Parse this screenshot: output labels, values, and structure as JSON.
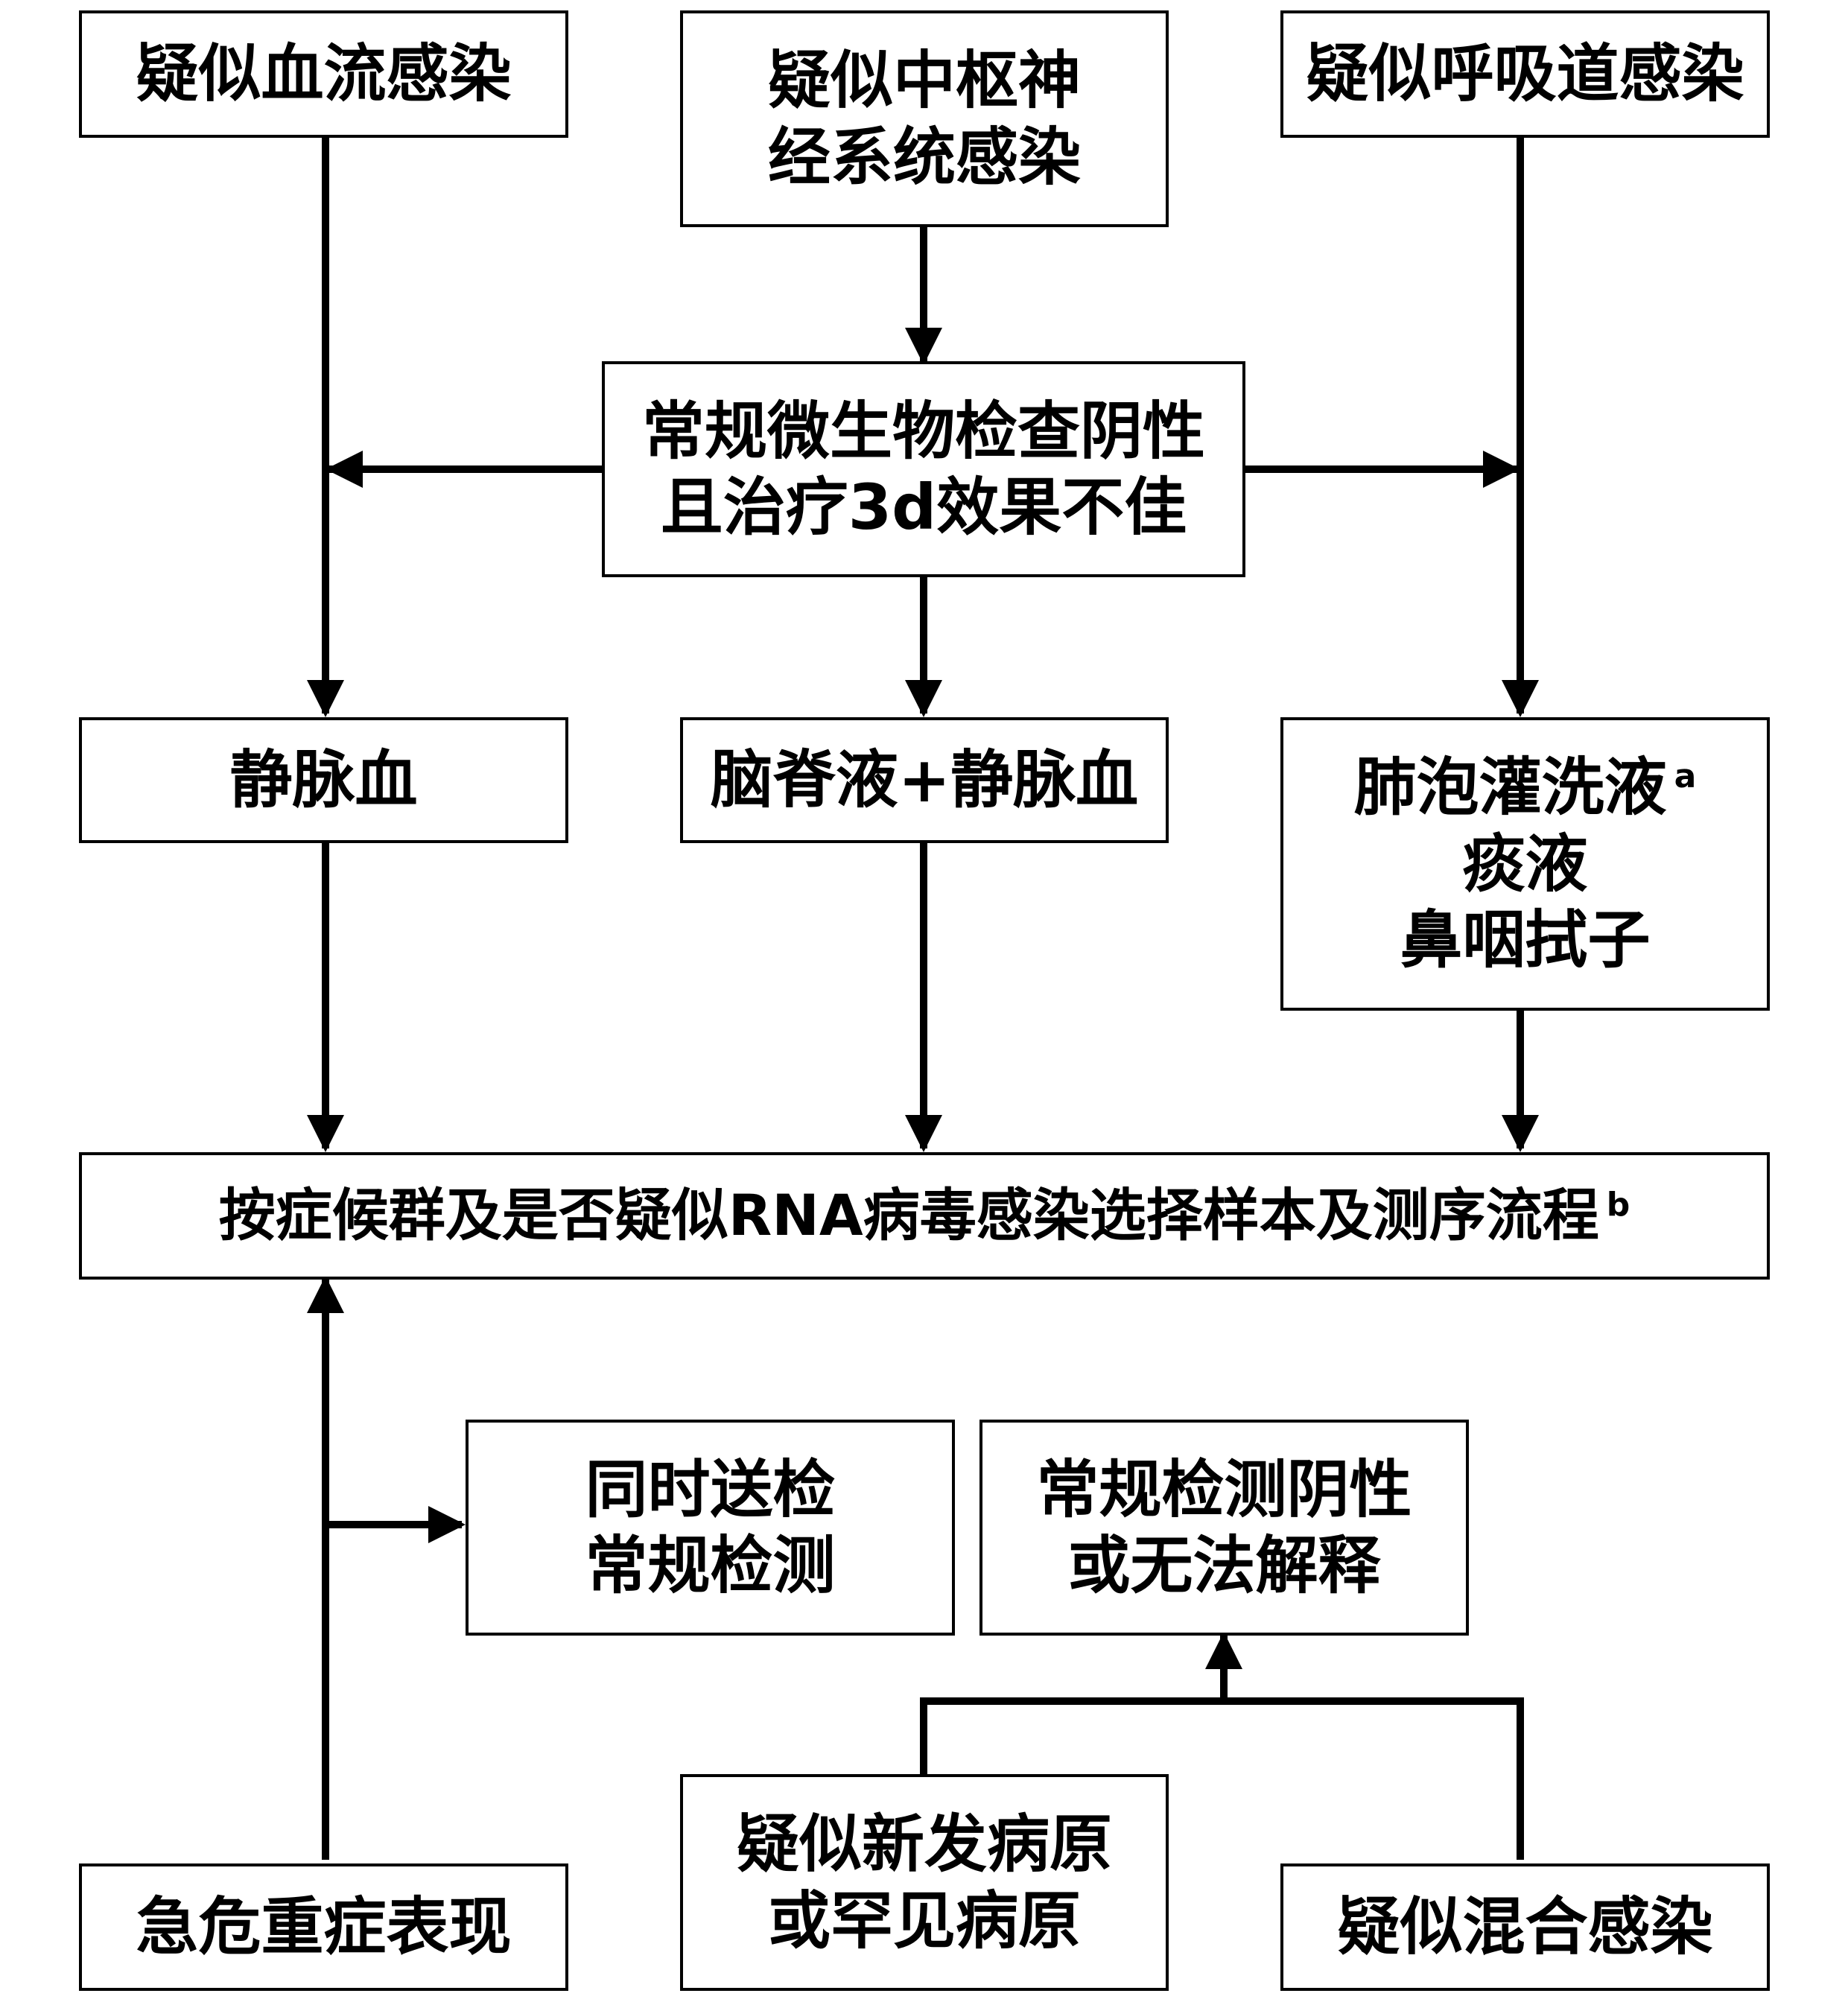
{
  "boxes": {
    "bloodstream": "疑似血流感染",
    "cns_line1": "疑似中枢神",
    "cns_line2": "经系统感染",
    "respiratory": "疑似呼吸道感染",
    "routine_neg_line1": "常规微生物检查阴性",
    "routine_neg_line2": "且治疗3d效果不佳",
    "venous_blood": "静脉血",
    "csf_blood": "脑脊液+静脉血",
    "bal": "肺泡灌洗液",
    "bal_note": "a",
    "sputum": "痰液",
    "swab": "鼻咽拭子",
    "selection": "按症候群及是否疑似RNA病毒感染选择样本及测序流程",
    "selection_note": "b",
    "concurrent_line1": "同时送检",
    "concurrent_line2": "常规检测",
    "unexplained_line1": "常规检测阴性",
    "unexplained_line2": "或无法解释",
    "novel_line1": "疑似新发病原",
    "novel_line2": "或罕见病原",
    "critical": "急危重症表现",
    "mixed": "疑似混合感染"
  }
}
